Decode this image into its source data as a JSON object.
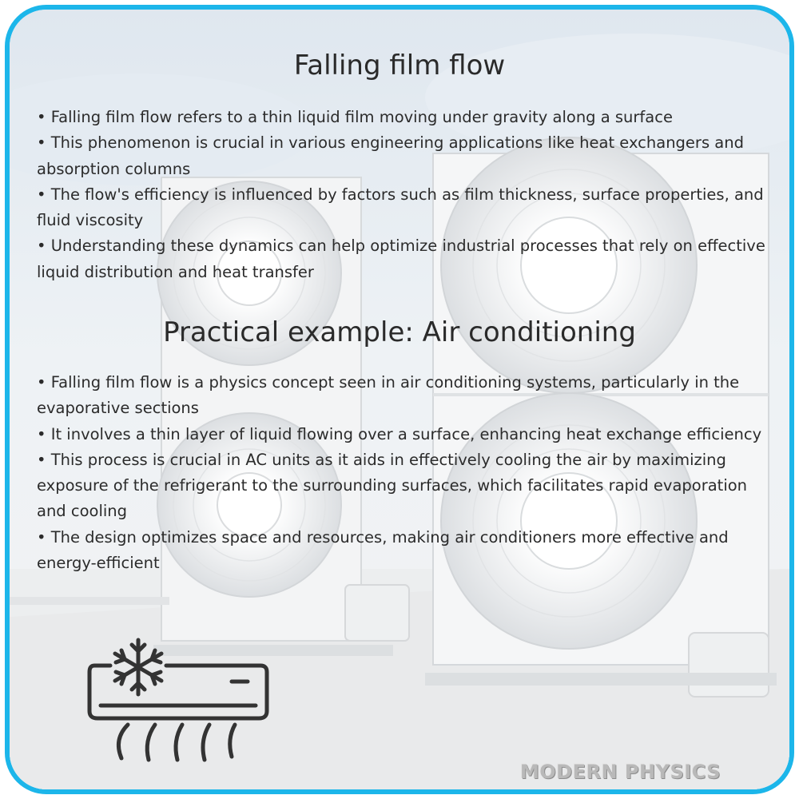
{
  "section_1": {
    "title": "Falling film flow",
    "bullets": [
      "• Falling film flow refers to a thin liquid film moving under gravity along a surface",
      "• This phenomenon is crucial in various engineering applications like heat exchangers and absorption columns",
      "• The flow's efficiency is influenced by factors such as film thickness, surface properties, and fluid viscosity",
      "• Understanding these dynamics can help optimize industrial processes that rely on effective liquid distribution and heat transfer"
    ]
  },
  "section_2": {
    "title": "Practical example: Air conditioning",
    "bullets": [
      "• Falling film flow is a physics concept seen in air conditioning systems, particularly in the evaporative sections",
      "• It involves a thin layer of liquid flowing over a surface, enhancing heat exchange efficiency",
      "• This process is crucial in AC units as it aids in effectively cooling the air by maximizing exposure of the refrigerant to the surrounding surfaces, which facilitates rapid evaporation and cooling",
      "• The design optimizes space and resources, making air conditioners more effective and energy-efficient"
    ]
  },
  "brand": {
    "name": "MODERN PHYSICS"
  },
  "icons": {
    "illustration": "air-conditioner-snowflake-icon"
  },
  "colors": {
    "frame_border": "#1cb6ea",
    "text": "#2b2b2b",
    "icon_stroke": "#333333",
    "brand_text": "#b9b9b9"
  }
}
